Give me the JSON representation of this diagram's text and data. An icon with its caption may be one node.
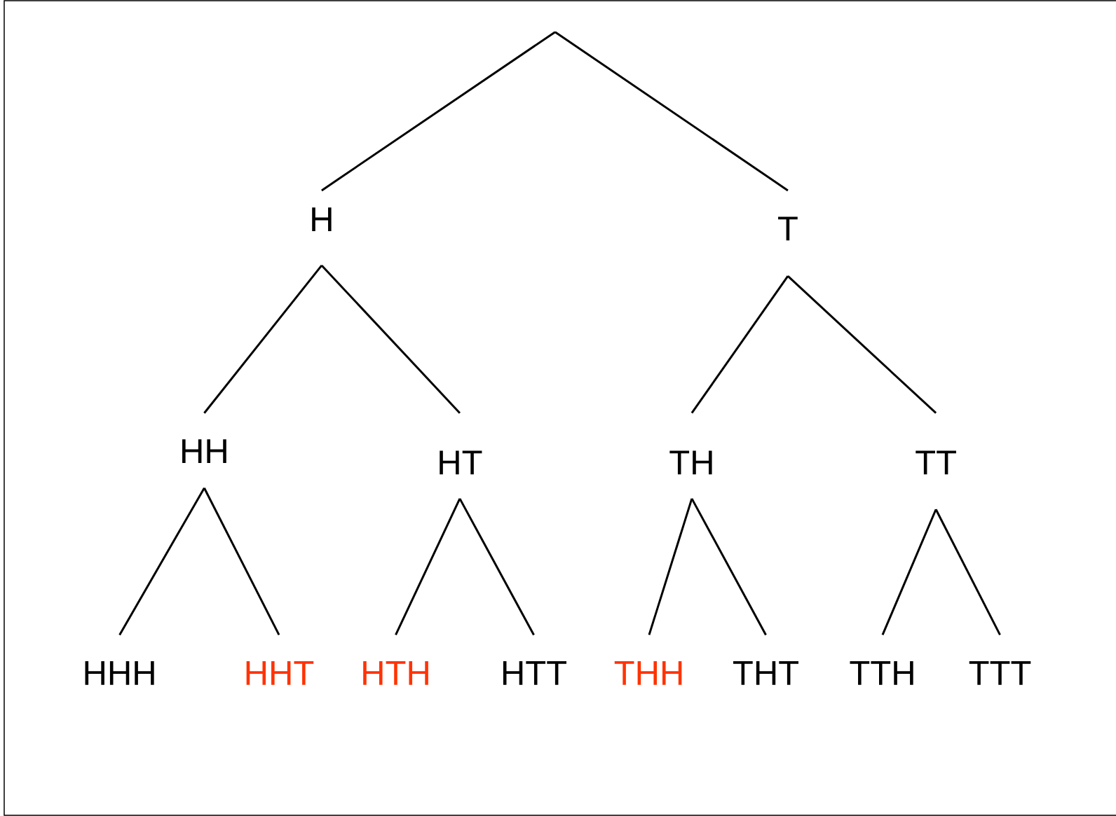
{
  "diagram": {
    "nodes": [
      {
        "text": [
          "H"
        ]
      },
      {
        "text": [
          "T"
        ]
      },
      {
        "text": [
          "HH"
        ]
      },
      {
        "text": [
          "HT"
        ]
      },
      {
        "text": [
          "TH"
        ]
      },
      {
        "text": [
          "TT"
        ]
      },
      {
        "text": [
          "HHH"
        ]
      },
      {
        "text": [
          "HHT"
        ]
      },
      {
        "text": [
          "HTH"
        ]
      },
      {
        "text": [
          "HTT"
        ]
      },
      {
        "text": [
          "THH"
        ]
      },
      {
        "text": [
          "THT"
        ]
      },
      {
        "text": [
          "TTH"
        ]
      },
      {
        "text": [
          "TTT"
        ]
      }
    ],
    "edges": [
      {
        "from": null,
        "to": 0,
        "arrow": "none"
      },
      {
        "from": null,
        "to": 1,
        "arrow": "none"
      },
      {
        "from": 0,
        "to": 2,
        "arrow": "none"
      },
      {
        "from": 0,
        "to": 3,
        "arrow": "none"
      },
      {
        "from": 1,
        "to": 4,
        "arrow": "none"
      },
      {
        "from": 1,
        "to": 5,
        "arrow": "none"
      },
      {
        "from": 2,
        "to": 6,
        "arrow": "none"
      },
      {
        "from": 2,
        "to": 7,
        "arrow": "none"
      },
      {
        "from": 3,
        "to": 8,
        "arrow": "none"
      },
      {
        "from": 3,
        "to": 9,
        "arrow": "none"
      },
      {
        "from": 4,
        "to": 10,
        "arrow": "none"
      },
      {
        "from": 4,
        "to": 11,
        "arrow": "none"
      },
      {
        "from": 5,
        "to": 12,
        "arrow": "none"
      },
      {
        "from": 5,
        "to": 13,
        "arrow": "none"
      }
    ]
  }
}
